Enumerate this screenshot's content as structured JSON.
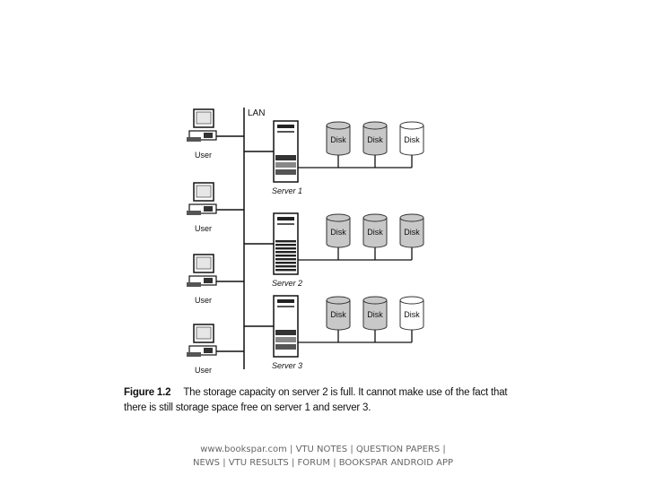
{
  "diagram": {
    "lan_label": "LAN",
    "users": [
      {
        "label": "User"
      },
      {
        "label": "User"
      },
      {
        "label": "User"
      },
      {
        "label": "User"
      }
    ],
    "servers": [
      {
        "label": "Server 1",
        "disks": [
          {
            "label": "Disk",
            "state": "used"
          },
          {
            "label": "Disk",
            "state": "used"
          },
          {
            "label": "Disk",
            "state": "free"
          }
        ]
      },
      {
        "label": "Server 2",
        "disks": [
          {
            "label": "Disk",
            "state": "used"
          },
          {
            "label": "Disk",
            "state": "used"
          },
          {
            "label": "Disk",
            "state": "used"
          }
        ]
      },
      {
        "label": "Server 3",
        "disks": [
          {
            "label": "Disk",
            "state": "used"
          },
          {
            "label": "Disk",
            "state": "used"
          },
          {
            "label": "Disk",
            "state": "free"
          }
        ]
      }
    ],
    "colors": {
      "disk_used": "#c8c8c8",
      "disk_free": "#ffffff",
      "line": "#111111"
    }
  },
  "caption": {
    "figure_number": "Figure 1.2",
    "text": "The storage capacity on server 2 is full. It cannot make use of the fact that there is still storage space free on server 1 and server 3."
  },
  "footer": {
    "text": "www.bookspar.com | VTU NOTES | QUESTION PAPERS | NEWS | VTU RESULTS | FORUM | BOOKSPAR ANDROID APP"
  }
}
